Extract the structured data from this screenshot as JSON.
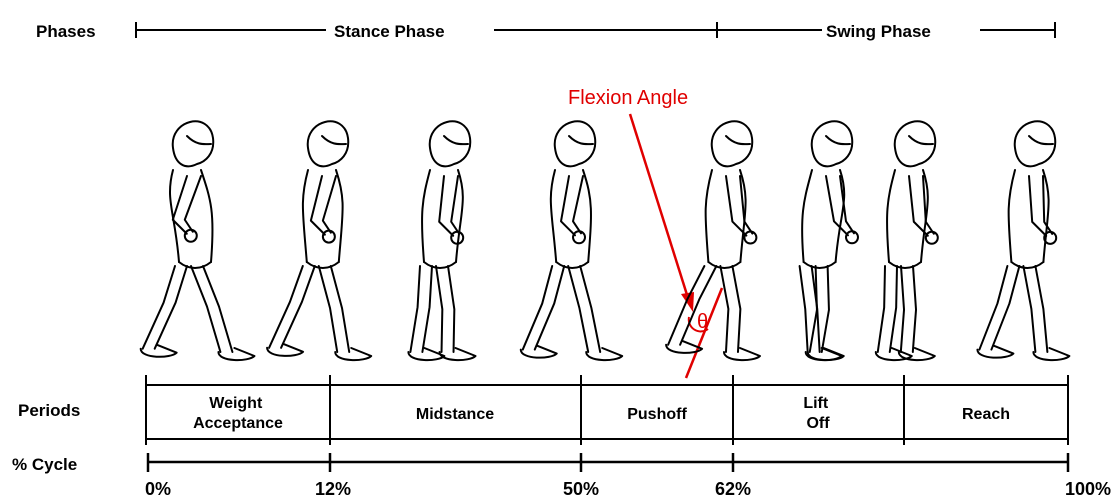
{
  "colors": {
    "ink": "#000000",
    "annotation": "#e00000",
    "background": "#ffffff"
  },
  "phases": {
    "row_label": "Phases",
    "stance_label": "Stance Phase",
    "swing_label": "Swing Phase"
  },
  "annotation": {
    "label": "Flexion Angle",
    "angle_symbol": "θ"
  },
  "periods": {
    "row_label": "Periods",
    "items": [
      {
        "lines": [
          "Weight",
          "Acceptance"
        ]
      },
      {
        "lines": [
          "Midstance"
        ]
      },
      {
        "lines": [
          "Pushoff"
        ]
      },
      {
        "lines": [
          "Lift",
          "Off"
        ]
      },
      {
        "lines": [
          "Reach"
        ]
      }
    ]
  },
  "cycle": {
    "row_label": "% Cycle",
    "ticks": [
      "0%",
      "12%",
      "50%",
      "62%",
      "100%"
    ]
  },
  "figures": {
    "count": 8,
    "icon": "walking-child-figure"
  }
}
